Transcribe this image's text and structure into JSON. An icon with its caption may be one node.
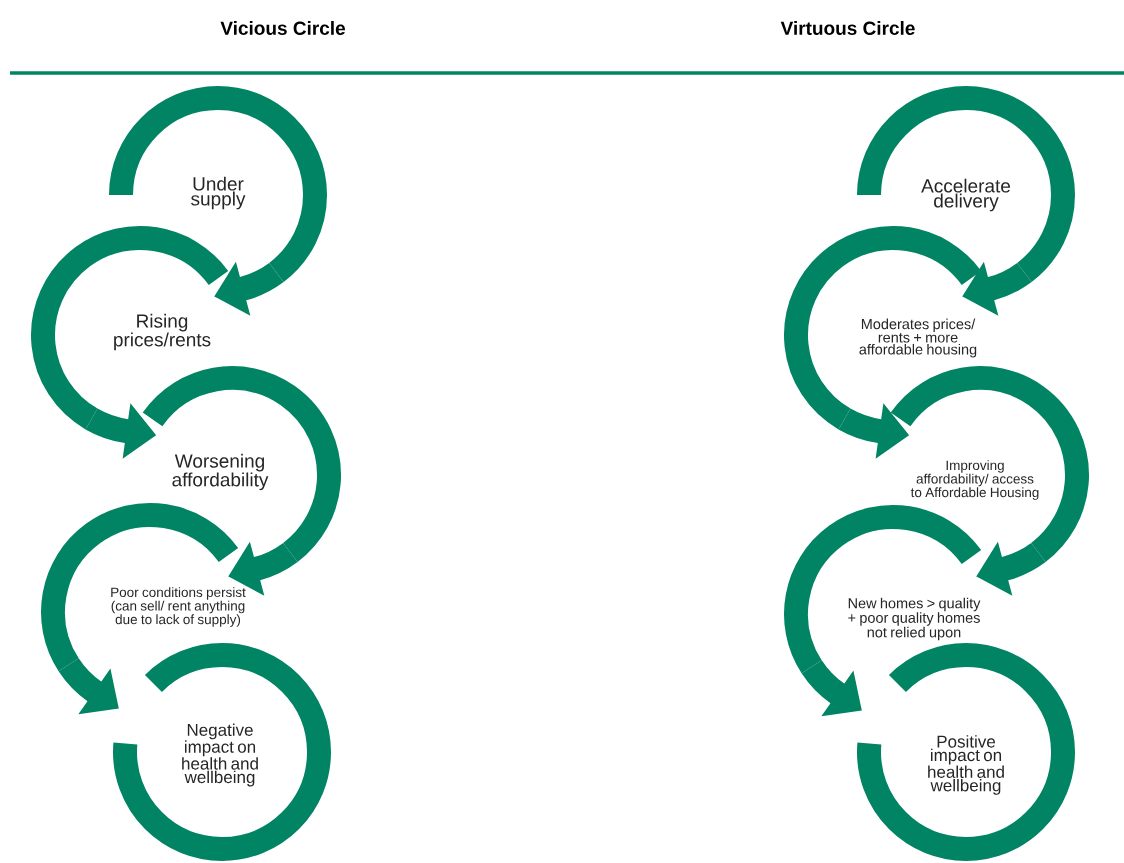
{
  "diagram": {
    "nodes": [
      {
        "text": [
          "Under supply"
        ]
      },
      {
        "text": [
          "Rising prices/rents"
        ]
      },
      {
        "text": [
          "Worsening affordability"
        ]
      },
      {
        "text": [
          "Poor conditions persist (can sell/ rent anything due to lack of supply)"
        ]
      },
      {
        "text": [
          "Negative impact on health and wellbeing"
        ]
      },
      {
        "text": [
          "Accelerate delivery"
        ]
      },
      {
        "text": [
          "Moderates prices/ rents + more affordable housing"
        ]
      },
      {
        "text": [
          "Improving affordability/ access to Affordable Housing"
        ]
      },
      {
        "text": [
          "New homes > quality + poor quality homes not relied upon"
        ]
      },
      {
        "text": [
          "Positive impact on health and wellbeing"
        ]
      }
    ],
    "edges": [
      {
        "from": 0,
        "to": 1,
        "arrow": "to"
      },
      {
        "from": 1,
        "to": 2,
        "arrow": "to"
      },
      {
        "from": 2,
        "to": 3,
        "arrow": "to"
      },
      {
        "from": 3,
        "to": 4,
        "arrow": "to"
      },
      {
        "from": 5,
        "to": 6,
        "arrow": "to"
      },
      {
        "from": 6,
        "to": 7,
        "arrow": "to"
      },
      {
        "from": 7,
        "to": 8,
        "arrow": "to"
      },
      {
        "from": 8,
        "to": 9,
        "arrow": "to"
      }
    ],
    "labels": [
      "Vicious Circle",
      "Virtuous Circle"
    ]
  }
}
